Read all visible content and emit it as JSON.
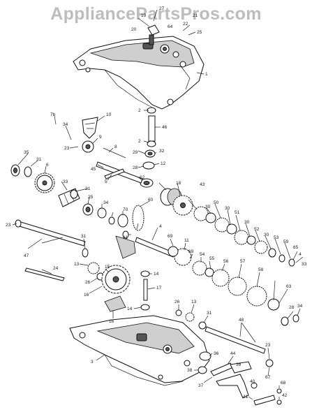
{
  "watermark": "AppliancePartsPros.com",
  "callouts": [
    {
      "id": "c27",
      "text": "27"
    },
    {
      "id": "c19",
      "text": "19"
    },
    {
      "id": "c21",
      "text": "21"
    },
    {
      "id": "c20",
      "text": "20"
    },
    {
      "id": "c22",
      "text": "22"
    },
    {
      "id": "c64",
      "text": "64"
    },
    {
      "id": "c25",
      "text": "25"
    },
    {
      "id": "c1",
      "text": "1"
    },
    {
      "id": "c2a",
      "text": "2"
    },
    {
      "id": "c46",
      "text": "46"
    },
    {
      "id": "c2b",
      "text": "2"
    },
    {
      "id": "c32",
      "text": "32"
    },
    {
      "id": "c29",
      "text": "29"
    },
    {
      "id": "c12",
      "text": "12"
    },
    {
      "id": "c28a",
      "text": "28"
    },
    {
      "id": "c62",
      "text": "62"
    },
    {
      "id": "c10",
      "text": "10"
    },
    {
      "id": "c7b",
      "text": "7b"
    },
    {
      "id": "c34a",
      "text": "34"
    },
    {
      "id": "c23a",
      "text": "23"
    },
    {
      "id": "c9",
      "text": "9"
    },
    {
      "id": "c8",
      "text": "8"
    },
    {
      "id": "c35a",
      "text": "35"
    },
    {
      "id": "c31a",
      "text": "31"
    },
    {
      "id": "c6",
      "text": "6"
    },
    {
      "id": "c45",
      "text": "45"
    },
    {
      "id": "c5",
      "text": "5"
    },
    {
      "id": "c18",
      "text": "18"
    },
    {
      "id": "c43",
      "text": "43"
    },
    {
      "id": "c60",
      "text": "60"
    },
    {
      "id": "c21b",
      "text": "21"
    },
    {
      "id": "c25b",
      "text": "25"
    },
    {
      "id": "c34b",
      "text": "34"
    },
    {
      "id": "c33",
      "text": "33"
    },
    {
      "id": "c70",
      "text": "70"
    },
    {
      "id": "c4",
      "text": "4"
    },
    {
      "id": "c30a",
      "text": "30"
    },
    {
      "id": "c50",
      "text": "50"
    },
    {
      "id": "c30b",
      "text": "30"
    },
    {
      "id": "c51",
      "text": "51"
    },
    {
      "id": "c30c",
      "text": "30"
    },
    {
      "id": "c52",
      "text": "52"
    },
    {
      "id": "c30d",
      "text": "30"
    },
    {
      "id": "c53",
      "text": "53"
    },
    {
      "id": "c59",
      "text": "59"
    },
    {
      "id": "c65",
      "text": "65"
    },
    {
      "id": "c4b",
      "text": "4"
    },
    {
      "id": "c33b",
      "text": "33"
    },
    {
      "id": "c23b",
      "text": "23"
    },
    {
      "id": "c61",
      "text": "61"
    },
    {
      "id": "c69",
      "text": "69"
    },
    {
      "id": "c11",
      "text": "11"
    },
    {
      "id": "c47",
      "text": "47"
    },
    {
      "id": "c31b",
      "text": "31"
    },
    {
      "id": "c69b",
      "text": "69"
    },
    {
      "id": "c54",
      "text": "54"
    },
    {
      "id": "c55",
      "text": "55"
    },
    {
      "id": "c56",
      "text": "56"
    },
    {
      "id": "c57",
      "text": "57"
    },
    {
      "id": "c58",
      "text": "58"
    },
    {
      "id": "c63",
      "text": "63"
    },
    {
      "id": "c28b",
      "text": "28"
    },
    {
      "id": "c34c",
      "text": "34"
    },
    {
      "id": "c13a",
      "text": "13"
    },
    {
      "id": "c26a",
      "text": "26"
    },
    {
      "id": "c15",
      "text": "15"
    },
    {
      "id": "c24",
      "text": "24"
    },
    {
      "id": "c16a",
      "text": "16"
    },
    {
      "id": "c14a",
      "text": "14"
    },
    {
      "id": "c17",
      "text": "17"
    },
    {
      "id": "c14b",
      "text": "14"
    },
    {
      "id": "c16b",
      "text": "16"
    },
    {
      "id": "c26b",
      "text": "26"
    },
    {
      "id": "c13b",
      "text": "13"
    },
    {
      "id": "c31c",
      "text": "31"
    },
    {
      "id": "c48",
      "text": "48"
    },
    {
      "id": "c3",
      "text": "3"
    },
    {
      "id": "c23c",
      "text": "23"
    },
    {
      "id": "c36",
      "text": "36"
    },
    {
      "id": "c44",
      "text": "44"
    },
    {
      "id": "c39",
      "text": "39"
    },
    {
      "id": "c38",
      "text": "38"
    },
    {
      "id": "c67",
      "text": "67"
    },
    {
      "id": "c37",
      "text": "37"
    },
    {
      "id": "c40",
      "text": "40"
    },
    {
      "id": "c68",
      "text": "68"
    },
    {
      "id": "c41",
      "text": "41"
    },
    {
      "id": "c42",
      "text": "42"
    }
  ]
}
